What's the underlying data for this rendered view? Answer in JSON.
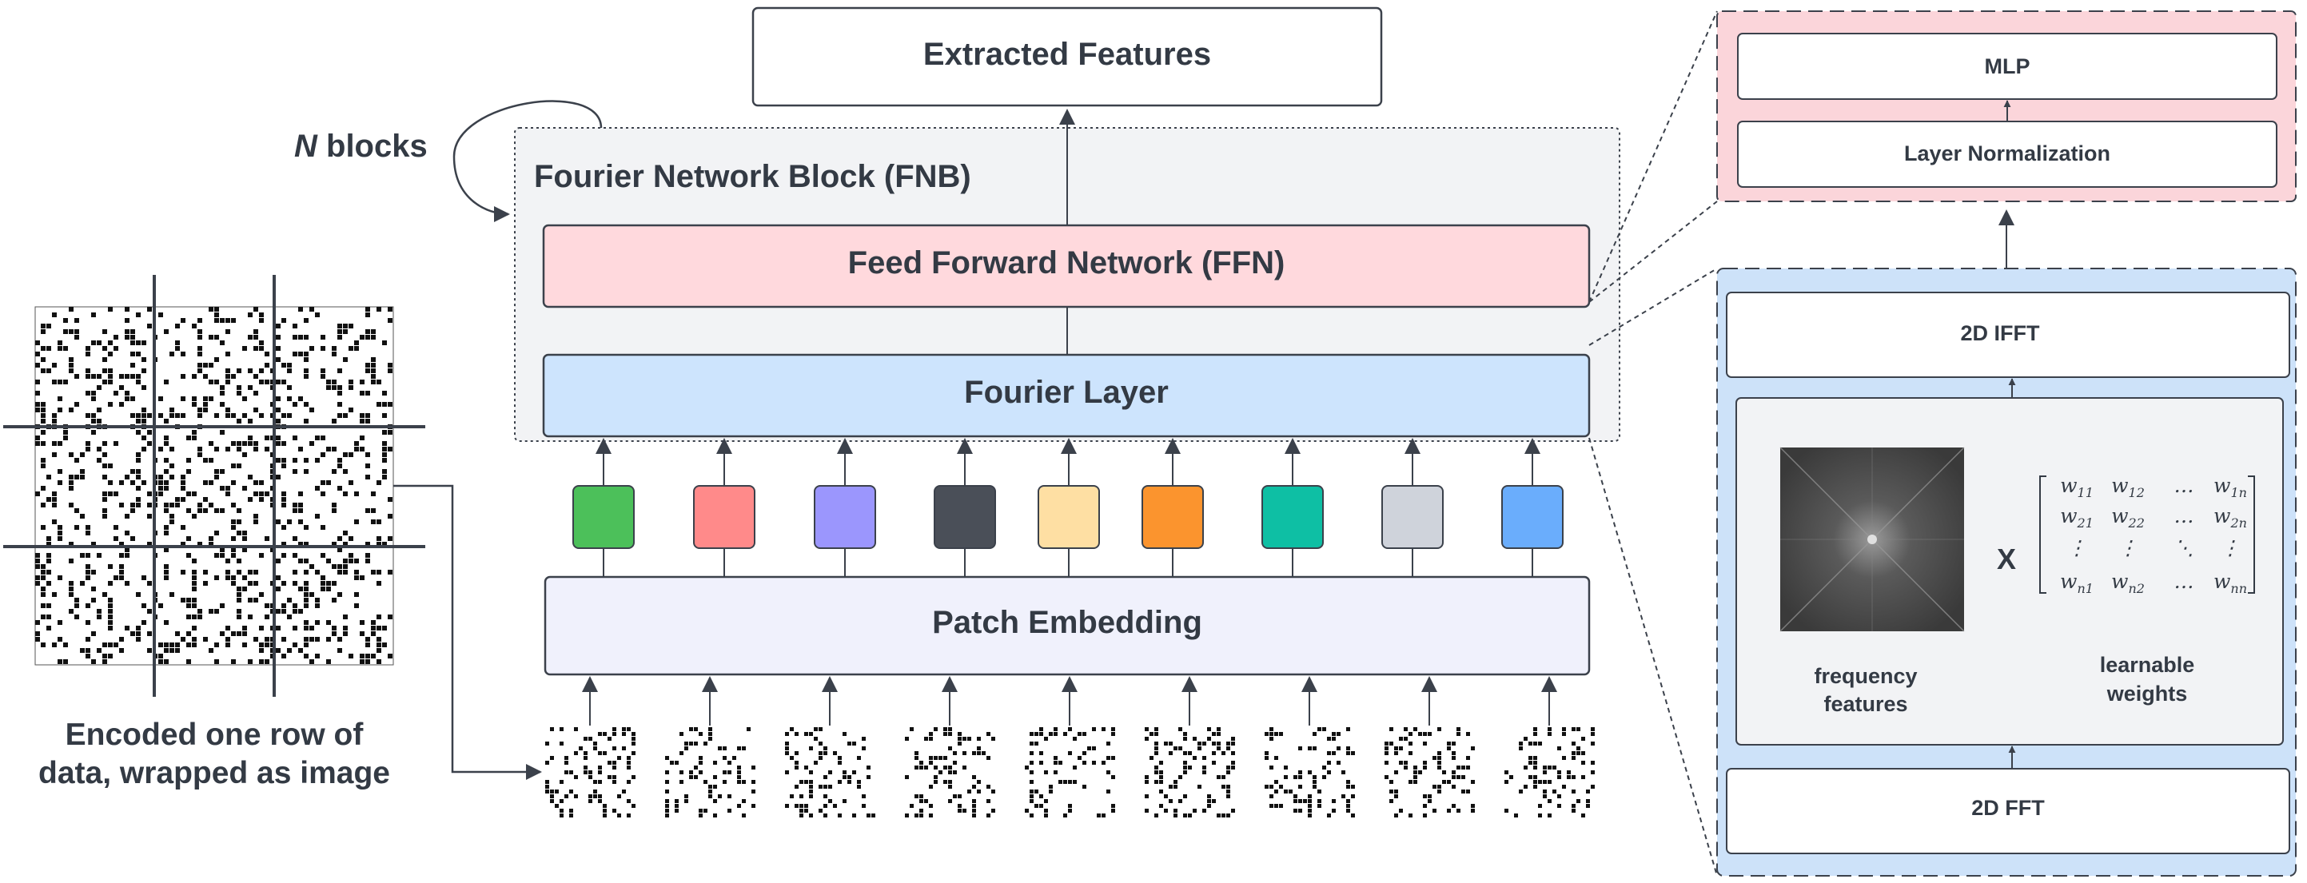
{
  "colors": {
    "stroke": "#3b414b",
    "fnb_bg": "#f2f3f5",
    "ffn_fill": "#ffd9dd",
    "fourier_fill": "#cde4fd",
    "patch_embed_fill": "#f0f1fc",
    "right_ffn_panel": "#fbd5da",
    "right_fourier_panel": "#cde2f9",
    "patch_token_colors": [
      "#4cc05a",
      "#ff8a8a",
      "#9b96fd",
      "#4a4f58",
      "#fedfa3",
      "#fb942e",
      "#0ebfa4",
      "#cfd3db",
      "#6aadfc"
    ]
  },
  "labels": {
    "extracted_features": "Extracted Features",
    "n_blocks_var": "N",
    "n_blocks_rest": " blocks",
    "fnb_title": "Fourier Network Block (FNB)",
    "ffn": "Feed Forward Network (FFN)",
    "fourier_layer": "Fourier Layer",
    "patch_embedding": "Patch Embedding",
    "encoded_line1": "Encoded one row of",
    "encoded_line2": "data, wrapped as image",
    "mlp": "MLP",
    "layer_norm": "Layer Normalization",
    "ifft": "2D IFFT",
    "fft": "2D FFT",
    "frequency_line1": "frequency",
    "frequency_line2": "features",
    "learnable_line1": "learnable",
    "learnable_line2": "weights",
    "multiply": "X"
  },
  "matrix": {
    "rows": [
      [
        "w11",
        "w12",
        "…",
        "w1n"
      ],
      [
        "w21",
        "w22",
        "…",
        "w2n"
      ],
      [
        "⋮",
        "⋮",
        "⋱",
        "⋮"
      ],
      [
        "wn1",
        "wn2",
        "…",
        "wnn"
      ]
    ]
  }
}
